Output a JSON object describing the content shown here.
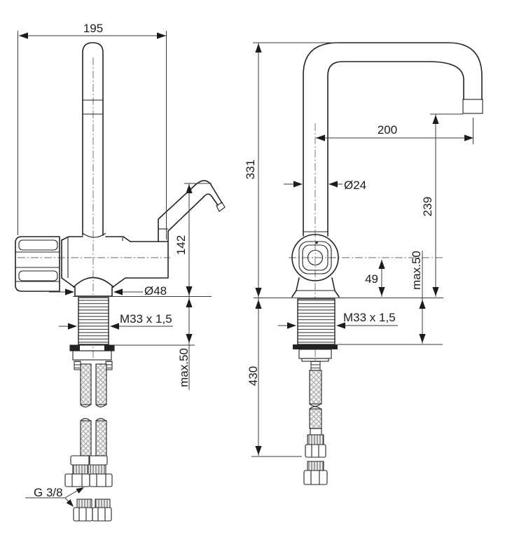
{
  "drawing": {
    "background": "#ffffff",
    "ink_color": "#1c1c1c",
    "units": "mm",
    "left_view": {
      "width": "195",
      "spout_height": "142",
      "base_diameter": "Ø48",
      "mounting_thread": "M33 x 1,5",
      "deck_thickness": "max.50",
      "hose_thread": "G 3/8"
    },
    "right_view": {
      "total_height": "331",
      "spout_reach": "200",
      "spout_tube_diameter": "Ø24",
      "outlet_height": "239",
      "valve_center_height": "49",
      "deck_thickness": "max.50",
      "mounting_thread": "M33 x 1,5",
      "hose_length": "430"
    }
  }
}
